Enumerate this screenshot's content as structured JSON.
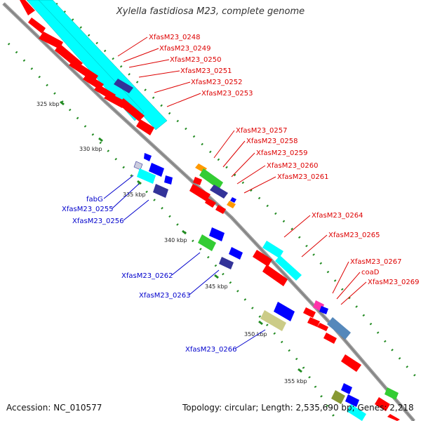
{
  "title": "Xylella fastidiosa M23, complete genome",
  "accession": "Accession: NC_010577",
  "topology": "Topology: circular; Length: 2,535,690 bp; Genes: 2,218",
  "colors": {
    "backbone": "#999999",
    "tick": "#228b22",
    "forward_label": "#dd0000",
    "reverse_label": "#0000cc",
    "gene_red": "#ff0000",
    "gene_cyan": "#00ffff",
    "gene_blue": "#0000ff",
    "gene_navy": "#333399",
    "gene_green": "#33cc33",
    "gene_orange": "#ff9900",
    "gene_khaki": "#cccc88",
    "gene_magenta": "#ff33aa",
    "gene_steel": "#5588bb"
  },
  "scale_ticks": [
    "325 kbp",
    "330 kbp",
    "335 kbp",
    "340 kbp",
    "345 kbp",
    "350 kbp",
    "355 kbp"
  ],
  "forward_labels": [
    "XfasM23_0248",
    "XfasM23_0249",
    "XfasM23_0250",
    "XfasM23_0251",
    "XfasM23_0252",
    "XfasM23_0253",
    "XfasM23_0257",
    "XfasM23_0258",
    "XfasM23_0259",
    "XfasM23_0260",
    "XfasM23_0261",
    "XfasM23_0264",
    "XfasM23_0265",
    "XfasM23_0267",
    "coaD",
    "XfasM23_0269"
  ],
  "reverse_labels": [
    "fabG",
    "XfasM23_0255",
    "XfasM23_0256",
    "XfasM23_0262",
    "XfasM23_0263",
    "XfasM23_0266"
  ]
}
